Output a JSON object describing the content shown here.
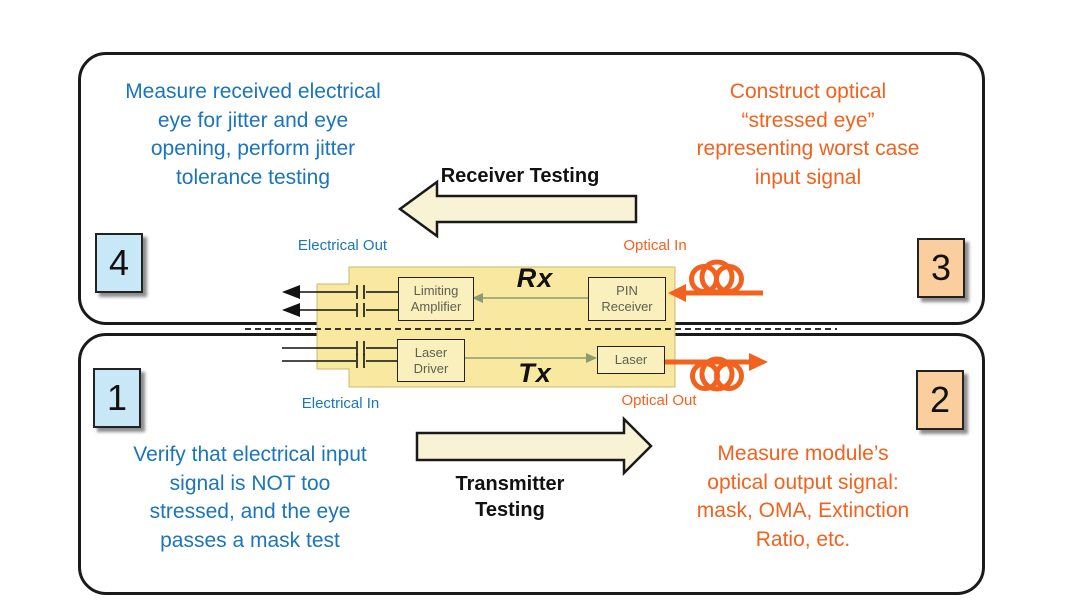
{
  "colors": {
    "blue_text": "#1B75BC",
    "orange_text": "#F2621E",
    "step_blue_fill": "#C9E8F7",
    "step_peach_fill": "#FBCE9E",
    "module_fill": "#F8E8A0",
    "component_fill": "#FAF0BE",
    "block_arrow_fill": "#F7F3D4",
    "panel_border": "#1A1A1A"
  },
  "steps": {
    "step1": {
      "number": "1",
      "note": "Verify that electrical input\nsignal is NOT too\nstressed, and the eye\npasses a mask test"
    },
    "step2": {
      "number": "2",
      "note": "Measure module’s\noptical output signal:\nmask, OMA, Extinction\nRatio, etc."
    },
    "step3": {
      "number": "3",
      "note": "Construct optical\n“stressed eye”\nrepresenting worst case\ninput signal"
    },
    "step4": {
      "number": "4",
      "note": "Measure received electrical\neye for jitter and eye\nopening, perform jitter\ntolerance testing"
    }
  },
  "flow_labels": {
    "receiver_testing": "Receiver Testing",
    "transmitter_testing": "Transmitter\nTesting"
  },
  "module": {
    "rx": "Rx",
    "tx": "Tx",
    "limiting_amplifier": "Limiting\nAmplifier",
    "pin_receiver": "PIN\nReceiver",
    "laser_driver": "Laser\nDriver",
    "laser": "Laser",
    "electrical_out": "Electrical Out",
    "electrical_in": "Electrical In",
    "optical_in": "Optical In",
    "optical_out": "Optical Out"
  }
}
